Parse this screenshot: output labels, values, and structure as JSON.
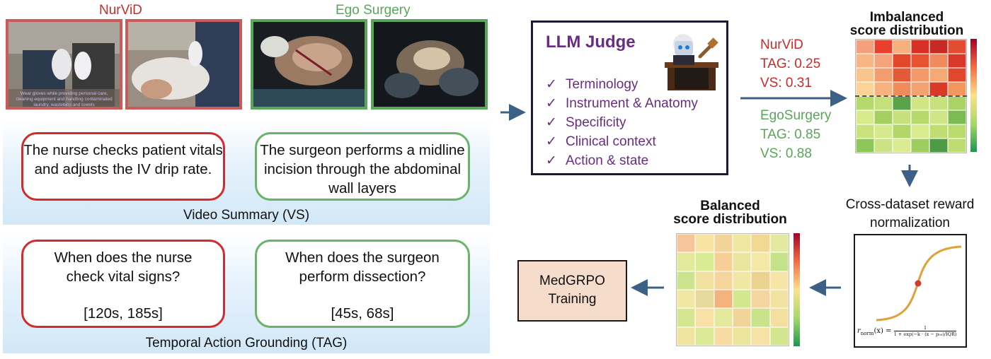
{
  "datasets": {
    "nurvid_label": "NurViD",
    "ego_label": "Ego Surgery",
    "nurvid_subtitle": "Wear gloves while providing personal care, cleaning equipment and handling contaminated laundry, wastebins and towels"
  },
  "vs_section": {
    "caption": "Video Summary (VS)",
    "nurse_text": "The nurse checks patient vitals and adjusts the IV drip rate.",
    "surgeon_text": "The surgeon performs a midline incision through the abdominal wall layers"
  },
  "tag_section": {
    "caption": "Temporal Action Grounding (TAG)",
    "nurse_question": "When does the nurse check vital signs?",
    "nurse_range": "[120s, 185s]",
    "surgeon_question": "When does the surgeon perform dissection?",
    "surgeon_range": "[45s, 68s]"
  },
  "judge": {
    "title": "LLM Judge",
    "check_glyph": "✓",
    "criteria": [
      "Terminology",
      "Instrument & Anatomy",
      "Specificity",
      "Clinical context",
      "Action & state"
    ]
  },
  "scores": {
    "nurvid_name": "NurViD",
    "nurvid_tag": "TAG: 0.25",
    "nurvid_vs": "VS: 0.31",
    "ego_name": "EgoSurgery",
    "ego_tag": "TAG: 0.85",
    "ego_vs": "VS: 0.88"
  },
  "imbalanced": {
    "title_line1": "Imbalanced",
    "title_line2": "score distribution",
    "top_rows": [
      [
        "#f4a07a",
        "#e8402c",
        "#f6b07e",
        "#d93025",
        "#c62a22",
        "#e34c30"
      ],
      [
        "#f7b683",
        "#f4a37a",
        "#e2472c",
        "#e8532f",
        "#f08c5c",
        "#d8382a"
      ],
      [
        "#f9c58e",
        "#f39c6e",
        "#e55a36",
        "#f29a6a",
        "#f5aa76",
        "#e0472c"
      ],
      [
        "#fbd396",
        "#f7b27e",
        "#f08c5c",
        "#f4a272",
        "#d93a28",
        "#f2985f"
      ]
    ],
    "bottom_rows": [
      [
        "#b5d96a",
        "#c5e07a",
        "#5ba34b",
        "#d0e585",
        "#c7e17c",
        "#a9d364"
      ],
      [
        "#d9ea8e",
        "#a5d061",
        "#c6e07c",
        "#b6d96b",
        "#cfe587",
        "#7cbb53"
      ],
      [
        "#c9e27e",
        "#d6e98c",
        "#b2d768",
        "#d9ea8f",
        "#c0dd74",
        "#b9db6f"
      ],
      [
        "#8fc659",
        "#cce384",
        "#dbeb92",
        "#9fcc5e",
        "#4f9a44",
        "#bedc72"
      ]
    ]
  },
  "normalization": {
    "label_line1": "Cross-dataset reward",
    "label_line2": "normalization",
    "formula_lhs": "r",
    "formula_sub": "norm",
    "formula_arg": "(x) =",
    "formula_num": "1",
    "formula_den": "1 + exp(−k · (x − p₅₀)/IQR)"
  },
  "balanced": {
    "title_line1": "Balanced",
    "title_line2": "score distribution",
    "rows": [
      [
        "#f6c69a",
        "#f8e3a4",
        "#f2d49a",
        "#ede7a2",
        "#f1d893",
        "#e4e9a0"
      ],
      [
        "#e3e99a",
        "#d9eb93",
        "#f7ce96",
        "#e9e5a0",
        "#f3e8a6",
        "#c6e28b"
      ],
      [
        "#cde48e",
        "#f1e1a0",
        "#f6d59d",
        "#f0e7a4",
        "#ecd28f",
        "#f7e5a8"
      ],
      [
        "#f2e6a4",
        "#e8d99d",
        "#f4b27e",
        "#d3e78f",
        "#f6d6a0",
        "#f2e3a2"
      ],
      [
        "#d6e690",
        "#f8e0a6",
        "#e3e89c",
        "#f0d49a",
        "#c9e38b",
        "#f5dfa0"
      ],
      [
        "#f1e4a0",
        "#dbe896",
        "#f8dba2",
        "#eae49c",
        "#f7e2a5",
        "#d2e58e"
      ]
    ]
  },
  "training": {
    "line1": "MedGRPO",
    "line2": "Training"
  },
  "colors": {
    "red": "#cc2a2a",
    "green": "#5aa65a",
    "purple": "#6a2c83",
    "arrow": "#3d6186"
  }
}
